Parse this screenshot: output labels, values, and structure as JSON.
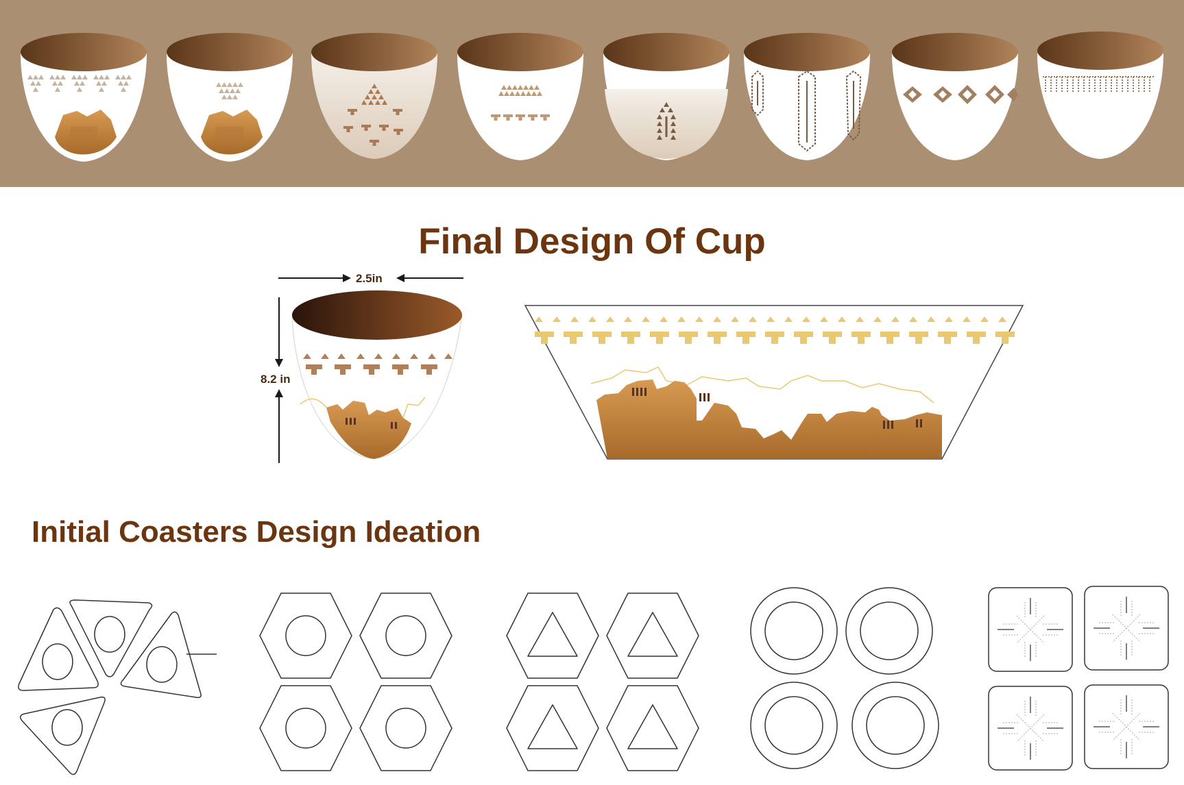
{
  "final_design": {
    "title": "Final Design Of Cup",
    "width_label": "2.5in",
    "height_label": "8.2 in"
  },
  "coasters": {
    "title": "Initial Coasters Design Ideation"
  },
  "colors": {
    "banner": "#ab8f73",
    "heading": "#6b3510",
    "pattern_brown": "#a87a55",
    "pattern_gold": "#e8c870",
    "clay": "#c98b42"
  }
}
